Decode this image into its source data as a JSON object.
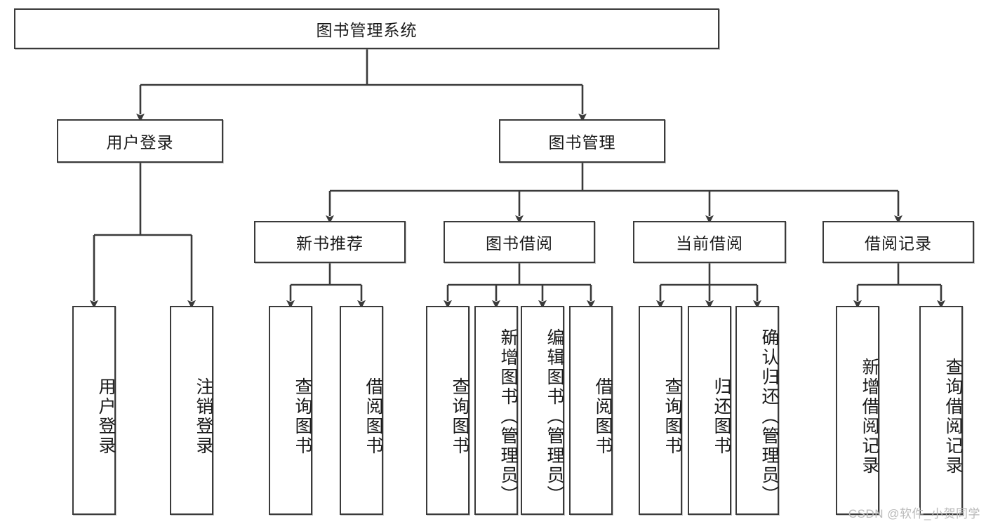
{
  "diagram": {
    "title": "图书管理系统",
    "type": "tree",
    "root": {
      "label": "图书管理系统"
    },
    "level2": [
      {
        "label": "用户登录"
      },
      {
        "label": "图书管理"
      }
    ],
    "level3": [
      {
        "label": "新书推荐"
      },
      {
        "label": "图书借阅"
      },
      {
        "label": "当前借阅"
      },
      {
        "label": "借阅记录"
      }
    ],
    "leaves": [
      {
        "label": "用户登录"
      },
      {
        "label": "注销登录"
      },
      {
        "label": "查询图书"
      },
      {
        "label": "借阅图书"
      },
      {
        "label": "查询图书"
      },
      {
        "label": "新增图书（管理员）"
      },
      {
        "label": "编辑图书（管理员）"
      },
      {
        "label": "借阅图书"
      },
      {
        "label": "查询图书"
      },
      {
        "label": "归还图书"
      },
      {
        "label": "确认归还（管理员）"
      },
      {
        "label": "新增借阅记录"
      },
      {
        "label": "查询借阅记录"
      }
    ]
  },
  "watermark": {
    "text": "CSDN @软件_小贺同学"
  },
  "colors": {
    "border": "#3a3a3a",
    "background": "#ffffff",
    "text": "#1a1a1a",
    "watermark": "#b9b9b9"
  }
}
